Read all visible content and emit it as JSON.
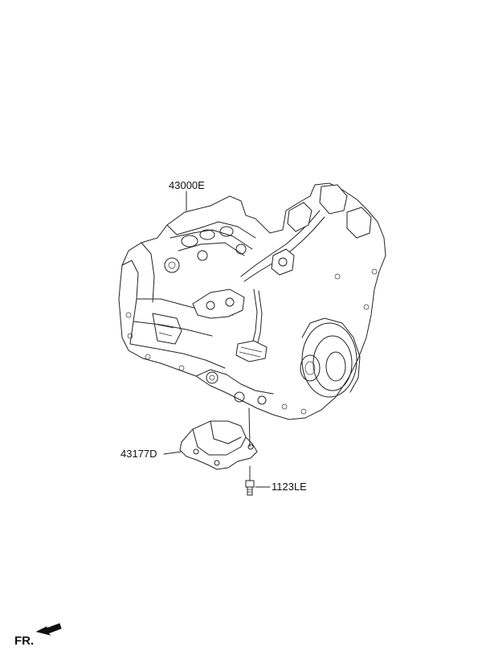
{
  "diagram": {
    "callouts": {
      "transaxle": "43000E",
      "bracket": "43177D",
      "bolt": "1123LE"
    },
    "direction_label": "FR.",
    "icons": {
      "direction": "arrow-icon"
    }
  }
}
